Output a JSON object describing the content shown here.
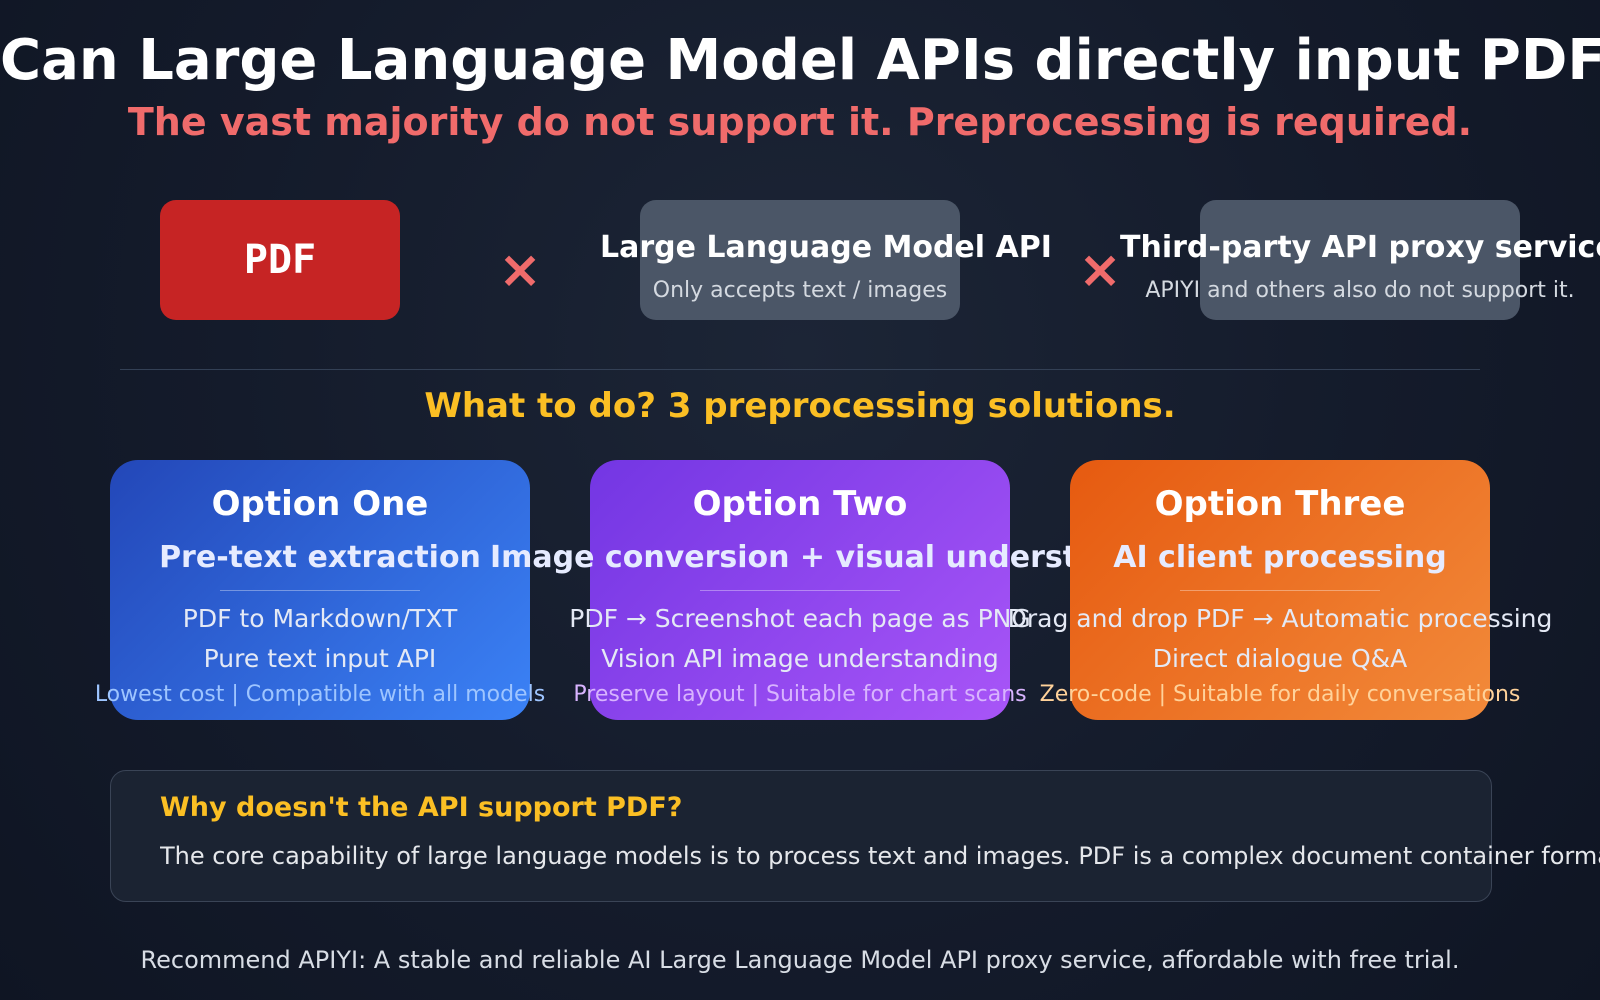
{
  "header": {
    "title": "Can Large Language Model APIs directly input PDFs?",
    "subtitle": "The vast majority do not support it. Preprocessing is required."
  },
  "comparison": {
    "pdf_label": "PDF",
    "cross_symbol": "×",
    "llm": {
      "title": "Large Language Model API",
      "subtitle": "Only accepts text / images"
    },
    "proxy": {
      "title": "Third-party API proxy service",
      "subtitle": "APIYI and others also do not support it."
    }
  },
  "solutions": {
    "heading": "What to do? 3 preprocessing solutions.",
    "options": [
      {
        "title": "Option One",
        "subtitle": "Pre-text extraction",
        "line1": "PDF to Markdown/TXT",
        "line2": "Pure text input API",
        "note": "Lowest cost | Compatible with all models"
      },
      {
        "title": "Option Two",
        "subtitle": "Image conversion + visual understanding",
        "line1": "PDF → Screenshot each page as PNG",
        "line2": "Vision API image understanding",
        "note": "Preserve layout | Suitable for chart scans"
      },
      {
        "title": "Option Three",
        "subtitle": "AI client processing",
        "line1": "Drag and drop PDF → Automatic processing",
        "line2": "Direct dialogue Q&A",
        "note": "Zero-code | Suitable for daily conversations"
      }
    ]
  },
  "why": {
    "title": "Why doesn't the API support PDF?",
    "text": "The core capability of large language models is to process text and images. PDF is a complex document container format."
  },
  "footer": {
    "text": "Recommend APIYI: A stable and reliable AI Large Language Model API proxy service, affordable with free trial."
  },
  "colors": {
    "accent_red": "#f06b6b",
    "accent_yellow": "#fbbf24",
    "pdf_red": "#c62424",
    "option_blue": "#3b82f6",
    "option_purple": "#a855f7",
    "option_orange": "#f28a3a"
  }
}
